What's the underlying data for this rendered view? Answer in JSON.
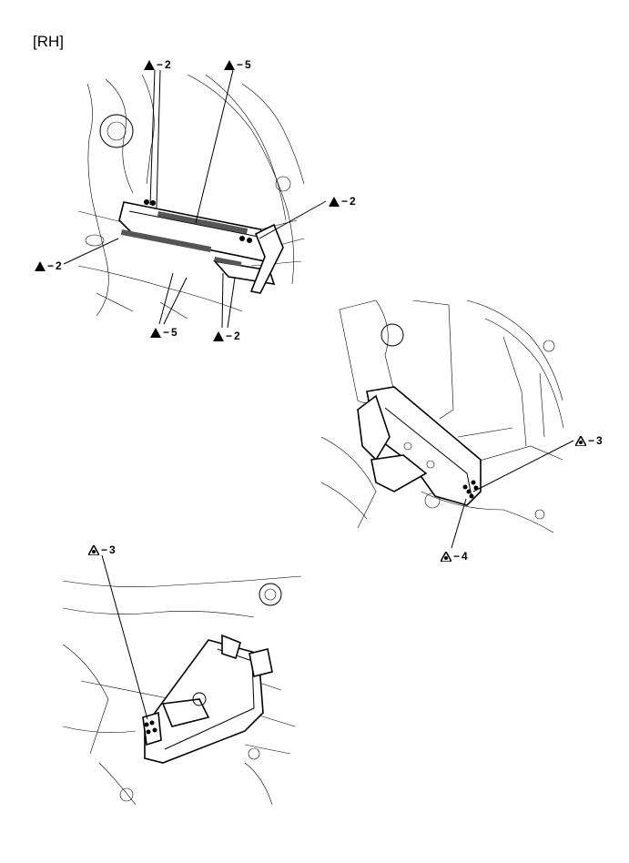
{
  "side_label": "[RH]",
  "callouts": {
    "top_left_2": "2",
    "top_right_5": "5",
    "right_2": "2",
    "left_2": "2",
    "bottom_5": "5",
    "bottom_2": "2",
    "mid_right_3": "3",
    "mid_bottom_4": "4",
    "lower_top_3": "3"
  },
  "callout_dash": "−"
}
